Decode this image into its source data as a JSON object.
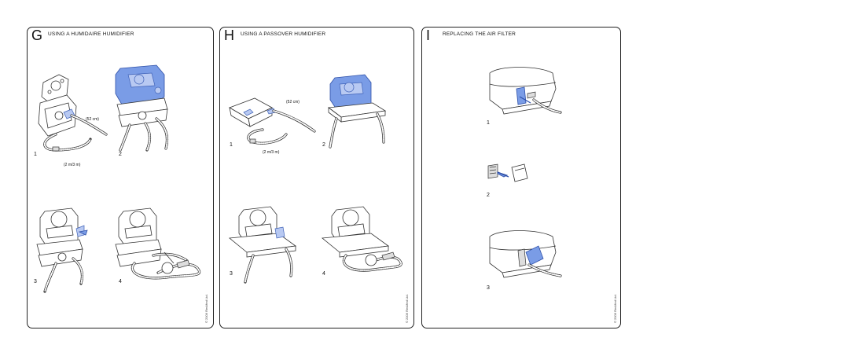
{
  "panels": {
    "g": {
      "letter": "G",
      "title": "USING A HUMIDAIRE HUMIDIFIER",
      "steps": [
        "1",
        "2",
        "3",
        "4"
      ],
      "labels": {
        "short_tube": "(52 cm)",
        "long_tube": "(2 m/3 m)"
      },
      "copyright": "© 2006 ResMed Ltd."
    },
    "h": {
      "letter": "H",
      "title": "USING A PASSOVER HUMIDIFIER",
      "steps": [
        "1",
        "2",
        "3",
        "4"
      ],
      "labels": {
        "short_tube": "(52 cm)",
        "long_tube": "(2 m/3 m)"
      },
      "copyright": "© 2006 ResMed Ltd."
    },
    "i": {
      "letter": "I",
      "title": "REPLACING THE AIR FILTER",
      "steps": [
        "1",
        "2",
        "3"
      ],
      "copyright": "© 2006 ResMed Ltd."
    }
  },
  "colors": {
    "border": "#222222",
    "highlight_blue": "#7a9ce6",
    "background": "#ffffff"
  }
}
